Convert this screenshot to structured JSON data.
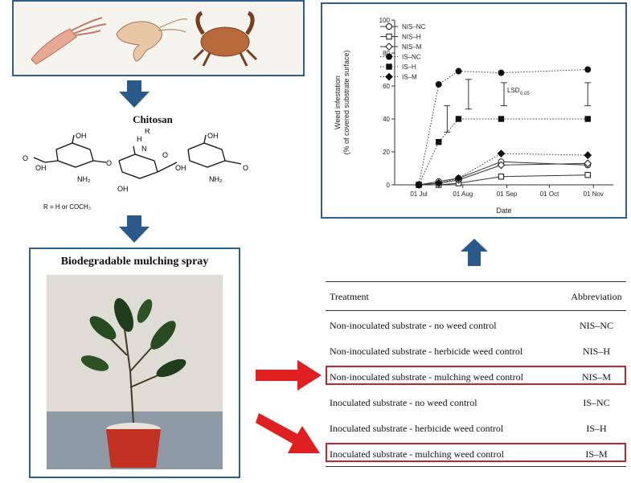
{
  "chitosan": {
    "title": "Chitosan",
    "r_group": "R",
    "r_definition": "R = H or COCH₃",
    "atoms": {
      "O": "O",
      "OH": "OH",
      "NH2": "NH₂",
      "H": "H",
      "N": "N"
    }
  },
  "spray": {
    "title": "Biodegradable mulching spray"
  },
  "table": {
    "headers": {
      "treatment": "Treatment",
      "abbreviation": "Abbreviation"
    },
    "rows": [
      {
        "treatment": "Non-inoculated substrate - no weed control",
        "abbreviation": "NIS–NC",
        "highlighted": false
      },
      {
        "treatment": "Non-inoculated substrate - herbicide weed control",
        "abbreviation": "NIS–H",
        "highlighted": false
      },
      {
        "treatment": "Non-inoculated substrate - mulching  weed control",
        "abbreviation": "NIS–M",
        "highlighted": true
      },
      {
        "treatment": "Inoculated substrate - no weed control",
        "abbreviation": "IS–NC",
        "highlighted": false
      },
      {
        "treatment": "Inoculated substrate - herbicide weed control",
        "abbreviation": "IS–H",
        "highlighted": false
      },
      {
        "treatment": "Inoculated substrate - mulching  weed control",
        "abbreviation": "IS–M",
        "highlighted": true
      }
    ]
  },
  "colors": {
    "panel_border": "#2e5f8a",
    "flow_arrow": "#2a5a8c",
    "red_arrow": "#e02020",
    "highlight_border": "#c0262c"
  },
  "chart_data": {
    "type": "line",
    "title": "",
    "xlabel": "Date",
    "ylabel": "Weed infestation (% of covered substrate surface)",
    "ylabel_lines": [
      "Weed infestation",
      "(% of covered substrate surface)"
    ],
    "x_ticks": [
      "01 Jul",
      "01 Aug",
      "01 Sep",
      "01 Oct",
      "01 Nov"
    ],
    "x_tick_dates": [
      "2000-07-01",
      "2000-08-01",
      "2000-09-01",
      "2000-10-01",
      "2000-11-01"
    ],
    "xlim": [
      "2000-06-14",
      "2000-11-15"
    ],
    "ylim": [
      0,
      100
    ],
    "y_ticks": [
      0,
      20,
      40,
      60,
      80,
      100
    ],
    "grid": false,
    "legend_position": "top-left",
    "annotation": {
      "text": "LSD",
      "subscript": "0.05"
    },
    "lsd_bars": [
      {
        "x": "2000-07-21",
        "low": 32,
        "high": 48
      },
      {
        "x": "2000-08-05",
        "low": 46,
        "high": 64
      },
      {
        "x": "2000-08-30",
        "low": 48,
        "high": 62
      },
      {
        "x": "2000-10-28",
        "low": 48,
        "high": 62
      }
    ],
    "series": [
      {
        "name": "NIS–NC",
        "marker": "circle-open",
        "line": "solid",
        "x": [
          "2000-07-01",
          "2000-07-15",
          "2000-07-29",
          "2000-08-28",
          "2000-10-28"
        ],
        "y": [
          0,
          2,
          4,
          14,
          12
        ]
      },
      {
        "name": "NIS–H",
        "marker": "square-open",
        "line": "solid",
        "x": [
          "2000-07-01",
          "2000-07-15",
          "2000-07-29",
          "2000-08-28",
          "2000-10-28"
        ],
        "y": [
          0,
          0,
          1,
          5,
          6
        ]
      },
      {
        "name": "NIS–M",
        "marker": "diamond-open",
        "line": "solid",
        "x": [
          "2000-07-01",
          "2000-07-15",
          "2000-07-29",
          "2000-08-28",
          "2000-10-28"
        ],
        "y": [
          0,
          1,
          3,
          12,
          13
        ]
      },
      {
        "name": "IS–NC",
        "marker": "circle-filled",
        "line": "dotted",
        "x": [
          "2000-07-01",
          "2000-07-15",
          "2000-07-29",
          "2000-08-28",
          "2000-10-28"
        ],
        "y": [
          0,
          61,
          69,
          68,
          70
        ]
      },
      {
        "name": "IS–H",
        "marker": "square-filled",
        "line": "dotted",
        "x": [
          "2000-07-01",
          "2000-07-15",
          "2000-07-29",
          "2000-08-28",
          "2000-10-28"
        ],
        "y": [
          0,
          26,
          40,
          40,
          40
        ]
      },
      {
        "name": "IS–M",
        "marker": "diamond-filled",
        "line": "dotted",
        "x": [
          "2000-07-01",
          "2000-07-15",
          "2000-07-29",
          "2000-08-28",
          "2000-10-28"
        ],
        "y": [
          0,
          1,
          4,
          19,
          18
        ]
      }
    ]
  }
}
